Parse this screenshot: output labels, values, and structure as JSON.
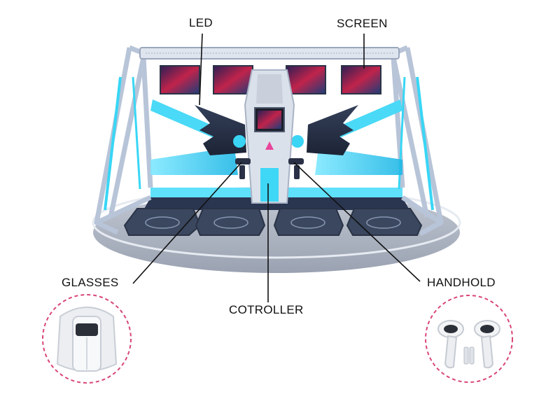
{
  "labels": {
    "led": "LED",
    "screen": "SCREEN",
    "glasses": "GLASSES",
    "controller": "COTROLLER",
    "handhold": "HANDHOLD"
  },
  "colors": {
    "frame": "#b8c4d8",
    "frame_dark": "#8e9bb3",
    "neon": "#38d6f5",
    "floor": "#a7afbe",
    "pad": "#3c4a63",
    "callout_circle": "#d8457a",
    "leader_line": "#111111"
  },
  "icons": {
    "vr_headset": "vr-headset-icon",
    "vr_controllers": "vr-controllers-icon"
  }
}
